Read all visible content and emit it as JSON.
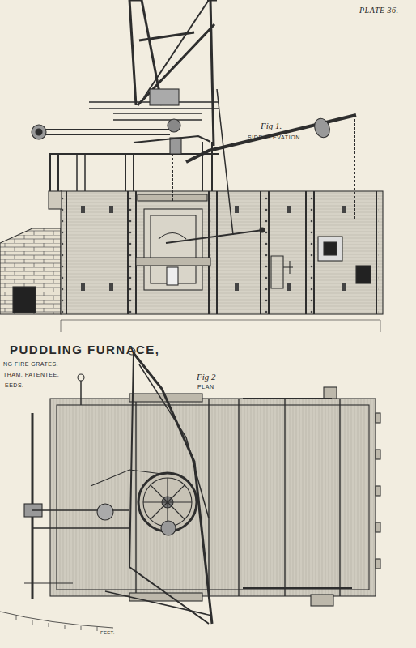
{
  "diagram": {
    "title": "PUDDLING FURNACE,",
    "labels": [
      "PLATE 36.",
      "Fig 1.",
      "SIDE ELEVATION",
      "NG FIRE GRATES.",
      "THAM, PATENTEE.",
      "EEDS.",
      "Fig 2",
      "PLAN",
      "FEET."
    ]
  }
}
